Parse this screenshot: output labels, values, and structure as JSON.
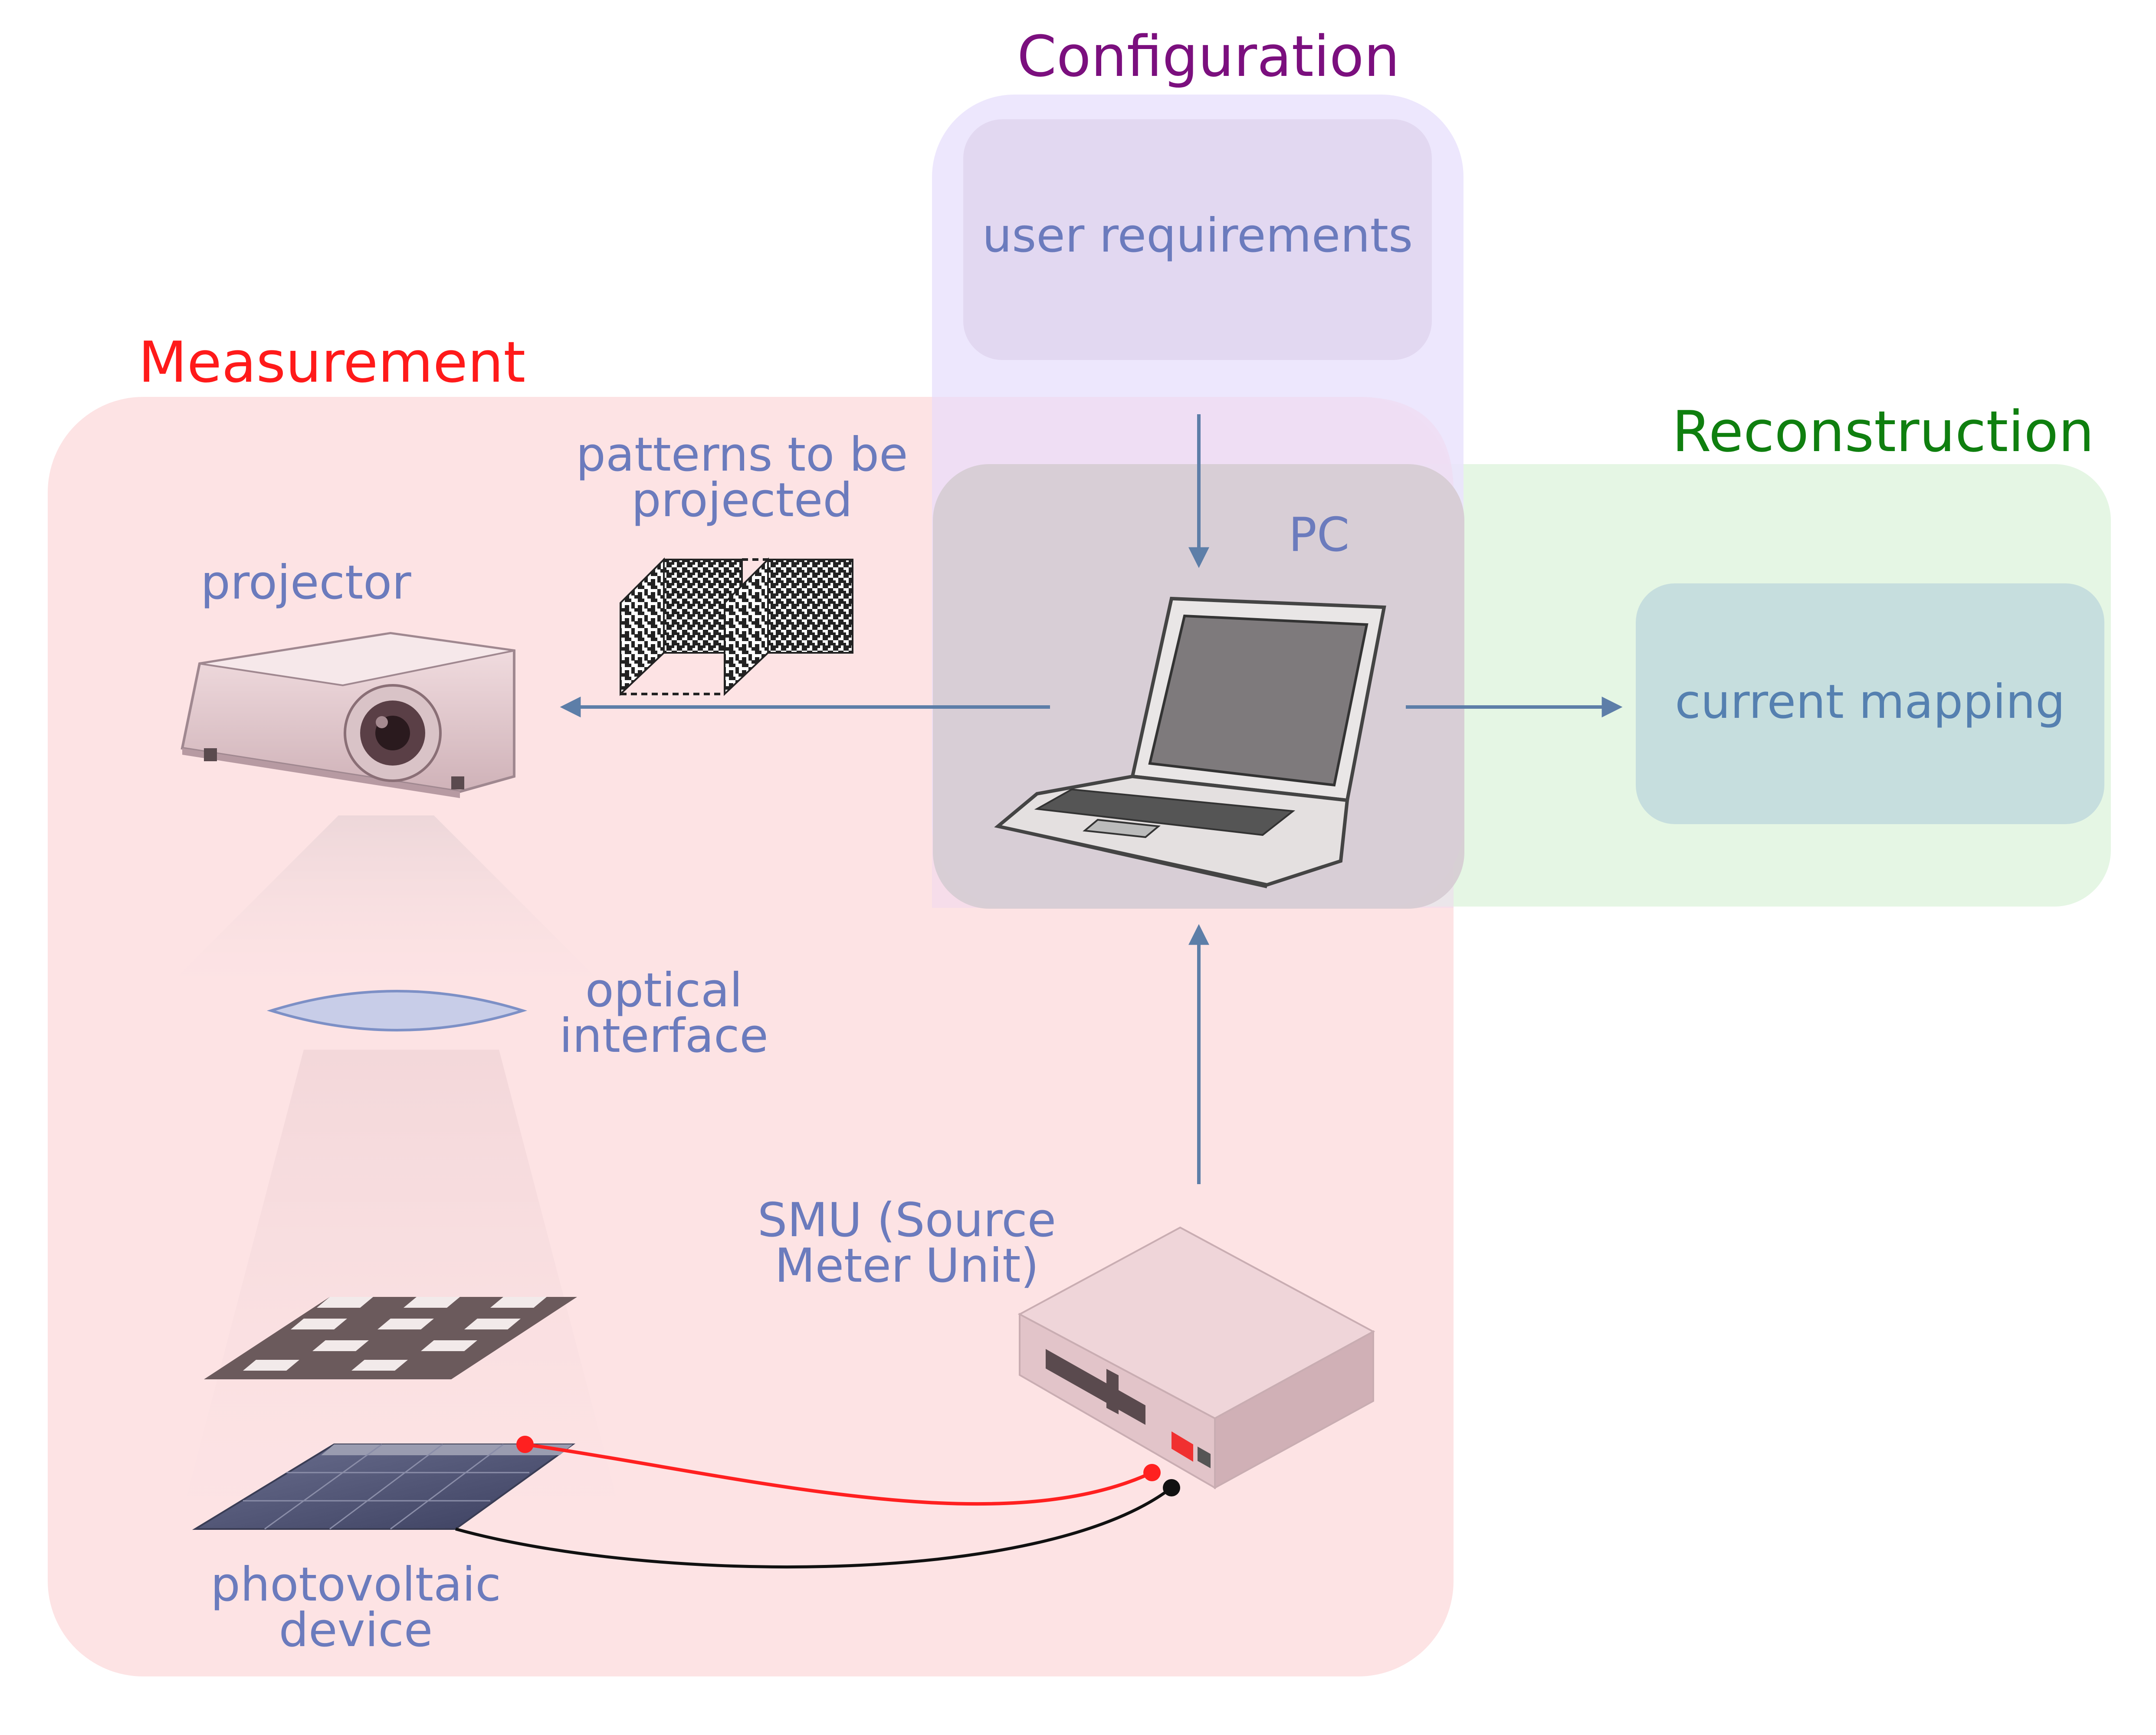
{
  "groups": {
    "configuration": {
      "title": "Configuration",
      "color": "#7b0f7e"
    },
    "measurement": {
      "title": "Measurement",
      "color": "#ff1a1a"
    },
    "reconstruction": {
      "title": "Reconstruction",
      "color": "#0f7f0f"
    }
  },
  "nodes": {
    "user_requirements": "user requirements",
    "pc": "PC",
    "current_mapping": "current mapping",
    "projector": "projector",
    "patterns": {
      "line1": "patterns to be",
      "line2": "projected"
    },
    "optical_interface": {
      "line1": "optical",
      "line2": "interface"
    },
    "smu": {
      "line1": "SMU (Source",
      "line2": "Meter Unit)"
    },
    "photovoltaic": {
      "line1": "photovoltaic",
      "line2": "device"
    }
  },
  "colors": {
    "label": "#6b7bbd",
    "arrow": "#5d7ea8",
    "measurement_fill": "#fde3e4",
    "configuration_fill": "#eee6fd",
    "reconstruction_fill": "#e5f6e4",
    "user_req_box": "#e2d8f1",
    "pc_box": "#d9cfd6",
    "current_mapping_box": "#c6dede",
    "red_wire": "#ff2020",
    "black_wire": "#111111"
  }
}
